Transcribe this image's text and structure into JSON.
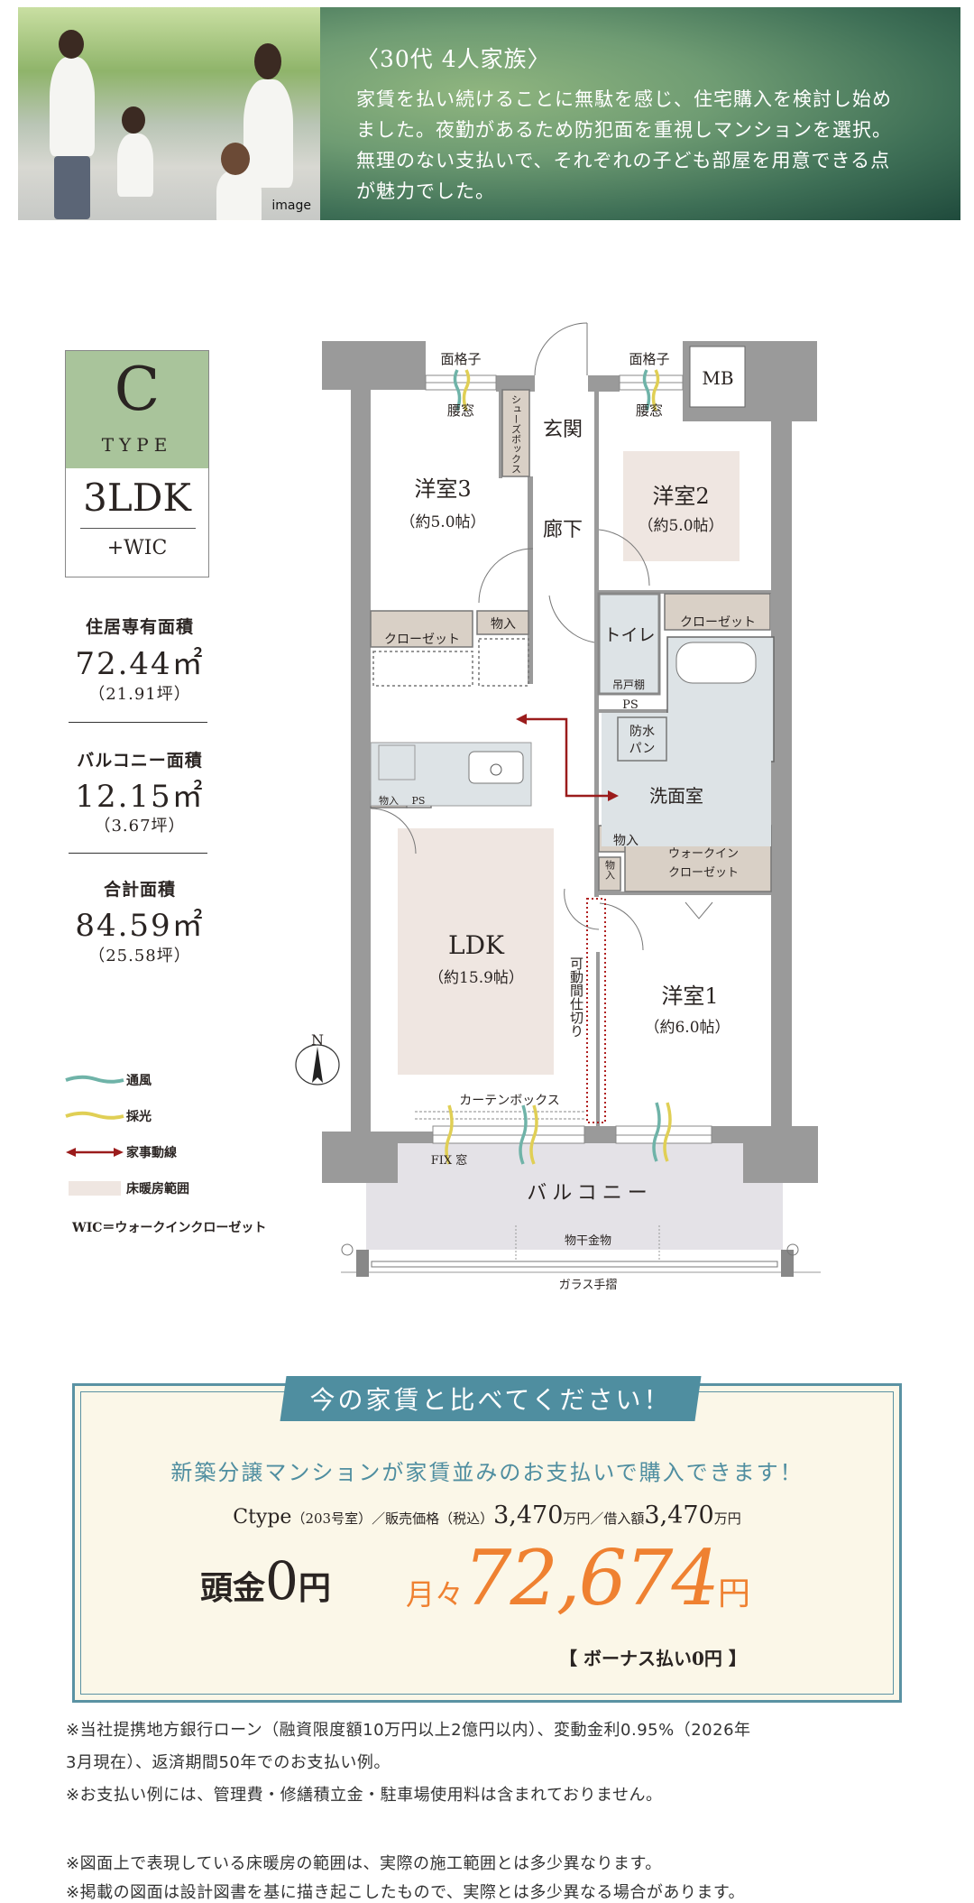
{
  "banner": {
    "photo_caption": "image",
    "title": "〈30代 4人家族〉",
    "lines": [
      "家賃を払い続けることに無駄を感じ、住宅購入を検討し始め",
      "ました。夜勤があるため防犯面を重視しマンションを選択。",
      "無理のない支払いで、それぞれの子ども部屋を用意できる点",
      "が魅力でした。"
    ]
  },
  "type_card": {
    "letter": "C",
    "type_label": "TYPE",
    "layout": "3LDK",
    "extra": "+WIC"
  },
  "areas": [
    {
      "label": "住居専有面積",
      "value": "72.44㎡",
      "tsubo": "（21.91坪）"
    },
    {
      "label": "バルコニー面積",
      "value": "12.15㎡",
      "tsubo": "（3.67坪）"
    },
    {
      "label": "合計面積",
      "value": "84.59㎡",
      "tsubo": "（25.58坪）"
    }
  ],
  "legend": {
    "items": [
      {
        "label": "通風",
        "color": "#6fb3a8"
      },
      {
        "label": "採光",
        "color": "#e0cf55"
      },
      {
        "label": "家事動線",
        "color": "#9b1c1c"
      },
      {
        "label": "床暖房範囲",
        "color": "#efe6e1"
      }
    ],
    "wic_note": "WIC＝ウォークインクローゼット"
  },
  "compass": {
    "north": "N"
  },
  "floorplan": {
    "lattice_1": "面格子",
    "waist_window_1": "腰窓",
    "lattice_2": "面格子",
    "waist_window_2": "腰窓",
    "mb": "MB",
    "shoe_box": "シューズボックス",
    "entrance": "玄関",
    "corridor": "廊下",
    "room3": {
      "name": "洋室3",
      "size": "（約5.0帖）"
    },
    "room2": {
      "name": "洋室2",
      "size": "（約5.0帖）"
    },
    "room1": {
      "name": "洋室1",
      "size": "（約6.0帖）"
    },
    "ldk": {
      "name": "LDK",
      "size": "（約15.9帖）"
    },
    "closet_left": "クローゼット",
    "closet_right": "クローゼット",
    "storage_1": "物入",
    "storage_2": "物入",
    "storage_3": "物入",
    "storage_4": "物入",
    "ps_1": "PS",
    "ps_2": "PS",
    "toilet": "トイレ",
    "hanging_shelf": "吊戸棚",
    "waterproof_pan": [
      "防水",
      "パン"
    ],
    "washroom": "洗面室",
    "wic": [
      "ウォークイン",
      "クローゼット"
    ],
    "movable_partition": "可動間仕切り",
    "curtain_box": "カーテンボックス",
    "fix_window": "FIX 窓",
    "balcony": "バルコニー",
    "drying_hardware": "物干金物",
    "glass_railing": "ガラス手摺"
  },
  "price": {
    "tab": "今の家賃と比べてください！",
    "subtitle": "新築分譲マンションが家賃並みのお支払いで購入できます！",
    "type_prefix": "Ctype",
    "room": "（203号室）／販売価格（税込）",
    "sale_price": "3,470",
    "unit_1": "万円／借入額",
    "loan": "3,470",
    "unit_2": "万円",
    "down_label": "頭金",
    "down_value": "0",
    "down_unit": "円",
    "monthly_label": "月々",
    "monthly_value": "72,674",
    "monthly_unit": "円",
    "bonus": "【 ボーナス払い0円 】",
    "accent_color": "#ef8131"
  },
  "notes": [
    "※当社提携地方銀行ローン（融資限度額10万円以上2億円以内）、変動金利0.95%（2026年",
    "3月現在）、返済期間50年でのお支払い例。",
    "※お支払い例には、管理費・修繕積立金・駐車場使用料は含まれておりません。",
    "※図面上で表現している床暖房の範囲は、実際の施工範囲とは多少異なります。",
    "※掲載の図面は設計図書を基に描き起こしたもので、実際とは多少異なる場合があります。"
  ]
}
